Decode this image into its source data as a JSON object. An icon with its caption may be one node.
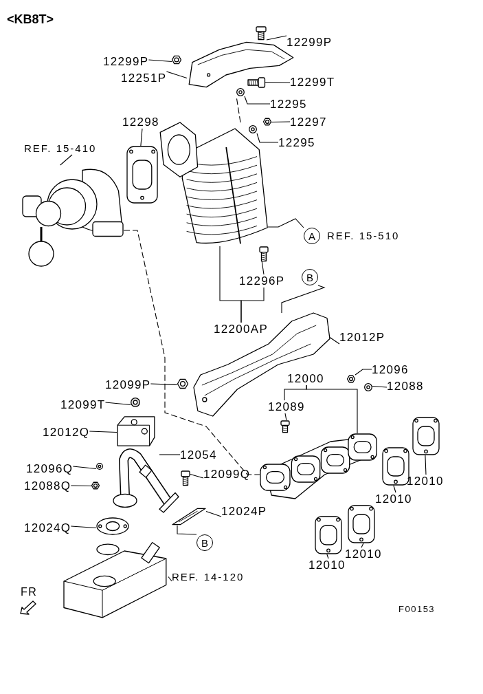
{
  "diagram": {
    "title": "<KB8T>",
    "nodes": [
      {
        "text": [
          "12299P"
        ]
      },
      {
        "text": [],
        "shape": "picture"
      },
      {
        "text": [
          "12299P"
        ]
      },
      {
        "text": [],
        "shape": "picture"
      },
      {
        "text": [
          "12251P"
        ]
      },
      {
        "text": [],
        "shape": "picture"
      },
      {
        "text": [
          "12299T"
        ]
      },
      {
        "text": [],
        "shape": "picture"
      },
      {
        "text": [
          "12295"
        ]
      },
      {
        "text": [],
        "shape": "picture"
      },
      {
        "text": [
          "12297"
        ]
      },
      {
        "text": [],
        "shape": "picture"
      },
      {
        "text": [
          "12298"
        ]
      },
      {
        "text": [],
        "shape": "picture"
      },
      {
        "text": [
          "12295"
        ]
      },
      {
        "text": [],
        "shape": "picture"
      },
      {
        "text": [
          "REF. 15-410"
        ]
      },
      {
        "text": [],
        "shape": "picture"
      },
      {
        "text": [],
        "shape": "picture"
      },
      {
        "text": [
          "A"
        ],
        "beside": [
          "REF. 15-510"
        ]
      },
      {
        "text": [],
        "shape": "picture"
      },
      {
        "text": [
          "12296P"
        ]
      },
      {
        "text": [
          "B"
        ]
      },
      {
        "text": [
          "12200AP"
        ]
      },
      {
        "text": [],
        "shape": "picture"
      },
      {
        "text": [
          "12012P"
        ]
      },
      {
        "text": [
          "12096"
        ]
      },
      {
        "text": [],
        "shape": "picture"
      },
      {
        "text": [
          "12000"
        ]
      },
      {
        "text": [
          "12088"
        ]
      },
      {
        "text": [],
        "shape": "picture"
      },
      {
        "text": [
          "12099P"
        ]
      },
      {
        "text": [],
        "shape": "picture"
      },
      {
        "text": [
          "12099T"
        ]
      },
      {
        "text": [],
        "shape": "circle"
      },
      {
        "text": [
          "12089"
        ]
      },
      {
        "text": [],
        "shape": "picture"
      },
      {
        "text": [
          "12012Q"
        ]
      },
      {
        "text": [],
        "shape": "picture"
      },
      {
        "text": [],
        "shape": "picture"
      },
      {
        "text": [
          "12054"
        ]
      },
      {
        "text": [],
        "shape": "picture"
      },
      {
        "text": [
          "12096Q"
        ]
      },
      {
        "text": [],
        "shape": "picture"
      },
      {
        "text": [
          "12099Q"
        ]
      },
      {
        "text": [],
        "shape": "picture"
      },
      {
        "text": [
          "12088Q"
        ]
      },
      {
        "text": [],
        "shape": "picture"
      },
      {
        "text": [],
        "shape": "picture"
      },
      {
        "text": [],
        "shape": "picture"
      },
      {
        "text": [],
        "shape": "picture"
      },
      {
        "text": [],
        "shape": "picture"
      },
      {
        "text": [
          "12010"
        ]
      },
      {
        "text": [
          "12024P"
        ]
      },
      {
        "text": [
          "12024Q"
        ]
      },
      {
        "text": [],
        "shape": "picture"
      },
      {
        "text": [],
        "shape": "picture"
      },
      {
        "text": [
          "12010"
        ]
      },
      {
        "text": [
          "12010"
        ]
      },
      {
        "text": [
          "B"
        ]
      },
      {
        "text": [
          "12010"
        ]
      },
      {
        "text": [
          "REF. 14-120"
        ]
      },
      {
        "text": [],
        "shape": "picture"
      }
    ],
    "edges": [
      {
        "from": 0,
        "to": 1,
        "arrow": "none"
      },
      {
        "from": 2,
        "to": 3,
        "arrow": "none"
      },
      {
        "from": 4,
        "to": 5,
        "arrow": "none"
      },
      {
        "from": 6,
        "to": 7,
        "arrow": "none"
      },
      {
        "from": 8,
        "to": 9,
        "arrow": "none"
      },
      {
        "from": 10,
        "to": 11,
        "arrow": "none"
      },
      {
        "from": 12,
        "to": 13,
        "arrow": "none"
      },
      {
        "from": 14,
        "to": 15,
        "arrow": "none"
      },
      {
        "from": 16,
        "to": 17,
        "arrow": "none"
      },
      {
        "from": 18,
        "to": 9,
        "arrow": "none",
        "style": "dashed"
      },
      {
        "from": 17,
        "to": 39,
        "arrow": "none",
        "style": "dashed"
      },
      {
        "from": 19,
        "to": 18,
        "arrow": "none"
      },
      {
        "from": 21,
        "to": 20,
        "arrow": "none"
      },
      {
        "from": 23,
        "to": 18,
        "arrow": "none"
      },
      {
        "from": 23,
        "to": 21,
        "arrow": "none"
      },
      {
        "from": 22,
        "to": 24,
        "arrow": "none"
      },
      {
        "from": 25,
        "to": 24,
        "arrow": "none"
      },
      {
        "from": 26,
        "to": 27,
        "arrow": "none"
      },
      {
        "from": 28,
        "to": 35,
        "arrow": "none"
      },
      {
        "from": 28,
        "to": 39,
        "arrow": "none"
      },
      {
        "from": 29,
        "to": 30,
        "arrow": "none"
      },
      {
        "from": 31,
        "to": 32,
        "arrow": "none"
      },
      {
        "from": 33,
        "to": 34,
        "arrow": "none"
      },
      {
        "from": 35,
        "to": 36,
        "arrow": "none"
      },
      {
        "from": 37,
        "to": 38,
        "arrow": "none"
      },
      {
        "from": 40,
        "to": 41,
        "arrow": "none"
      },
      {
        "from": 42,
        "to": 43,
        "arrow": "none"
      },
      {
        "from": 44,
        "to": 45,
        "arrow": "none"
      },
      {
        "from": 46,
        "to": 47,
        "arrow": "none"
      },
      {
        "from": 52,
        "to": 48,
        "arrow": "none"
      },
      {
        "from": 57,
        "to": 49,
        "arrow": "none"
      },
      {
        "from": 58,
        "to": 50,
        "arrow": "none"
      },
      {
        "from": 60,
        "to": 51,
        "arrow": "none"
      },
      {
        "from": 53,
        "to": 56,
        "arrow": "none"
      },
      {
        "from": 54,
        "to": 55,
        "arrow": "none"
      },
      {
        "from": 59,
        "to": 56,
        "arrow": "none"
      },
      {
        "from": 61,
        "to": 62,
        "arrow": "none"
      }
    ],
    "labels": [
      "FR",
      "F00153"
    ]
  }
}
